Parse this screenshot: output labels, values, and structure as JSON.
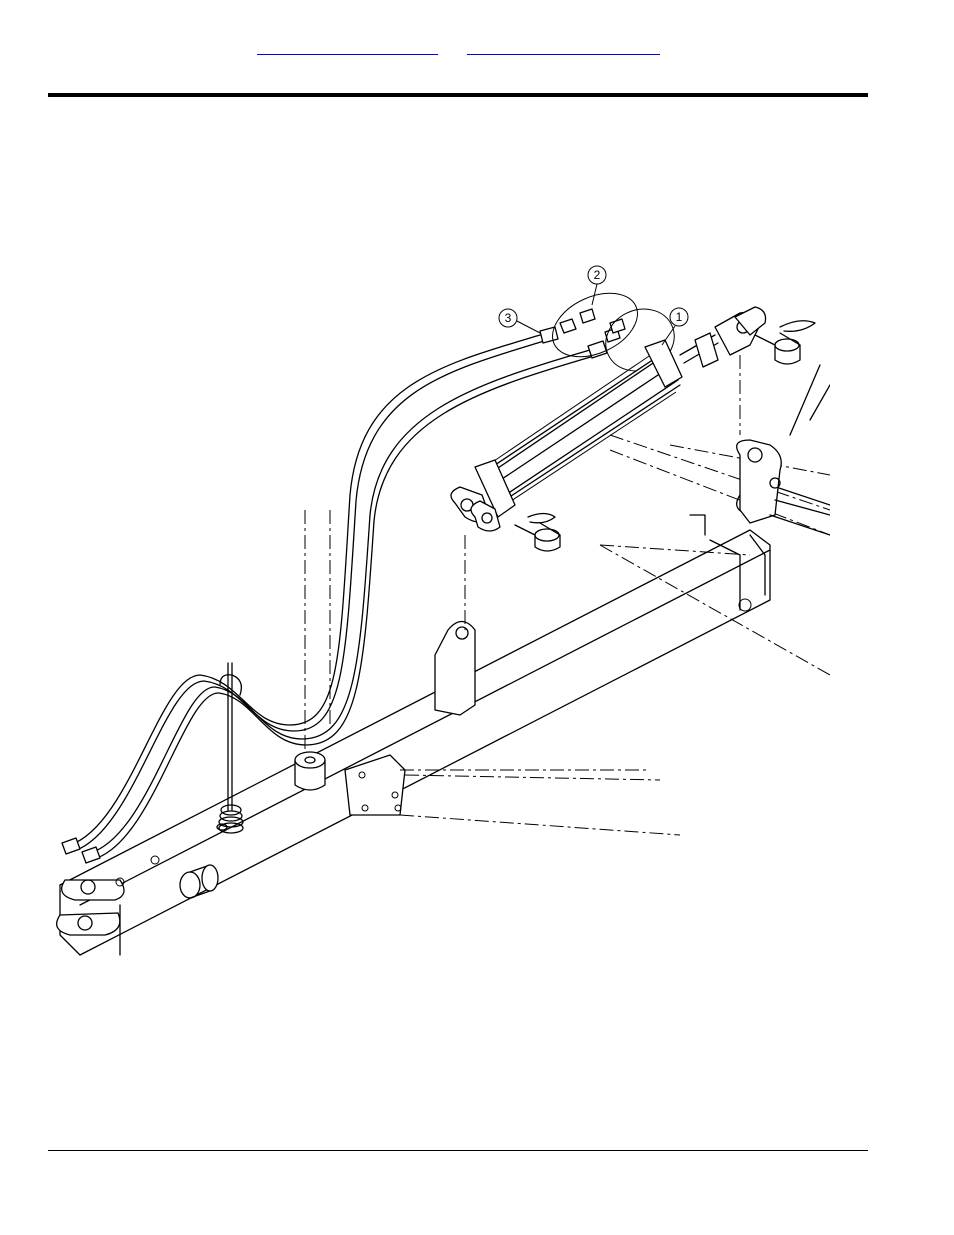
{
  "header": {
    "links": [
      "",
      ""
    ]
  },
  "callouts": [
    {
      "id": "callout-1",
      "label": "1"
    },
    {
      "id": "callout-2",
      "label": "2"
    },
    {
      "id": "callout-3",
      "label": "3"
    }
  ]
}
